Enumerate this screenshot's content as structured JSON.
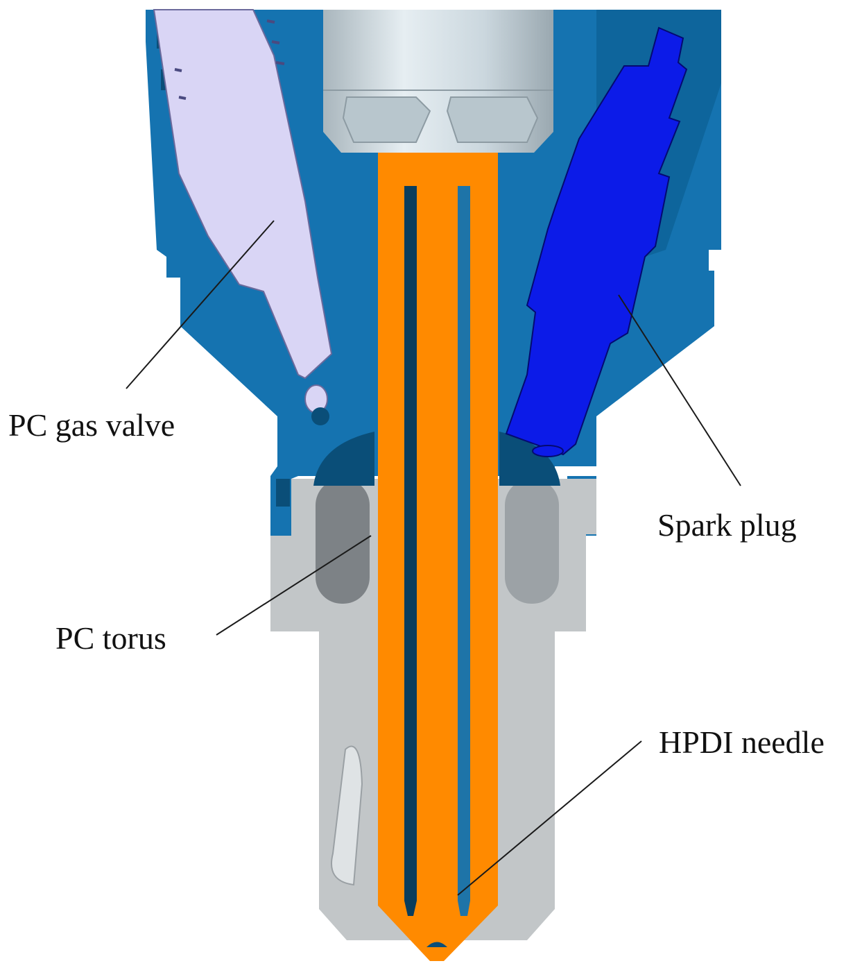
{
  "labels": {
    "gas_valve": "PC gas valve",
    "spark_plug": "Spark plug",
    "torus": "PC torus",
    "needle": "HPDI needle"
  },
  "colors": {
    "body_blue": "#1573b0",
    "body_blue_dark": "#0a5684",
    "nozzle_grey": "#c4c7c9",
    "needle_orange": "#ff8a00",
    "spark_plug_blue": "#0c1be8",
    "valve_lavender": "#d9d5f5",
    "nut_silver": "#d2dfe6"
  }
}
